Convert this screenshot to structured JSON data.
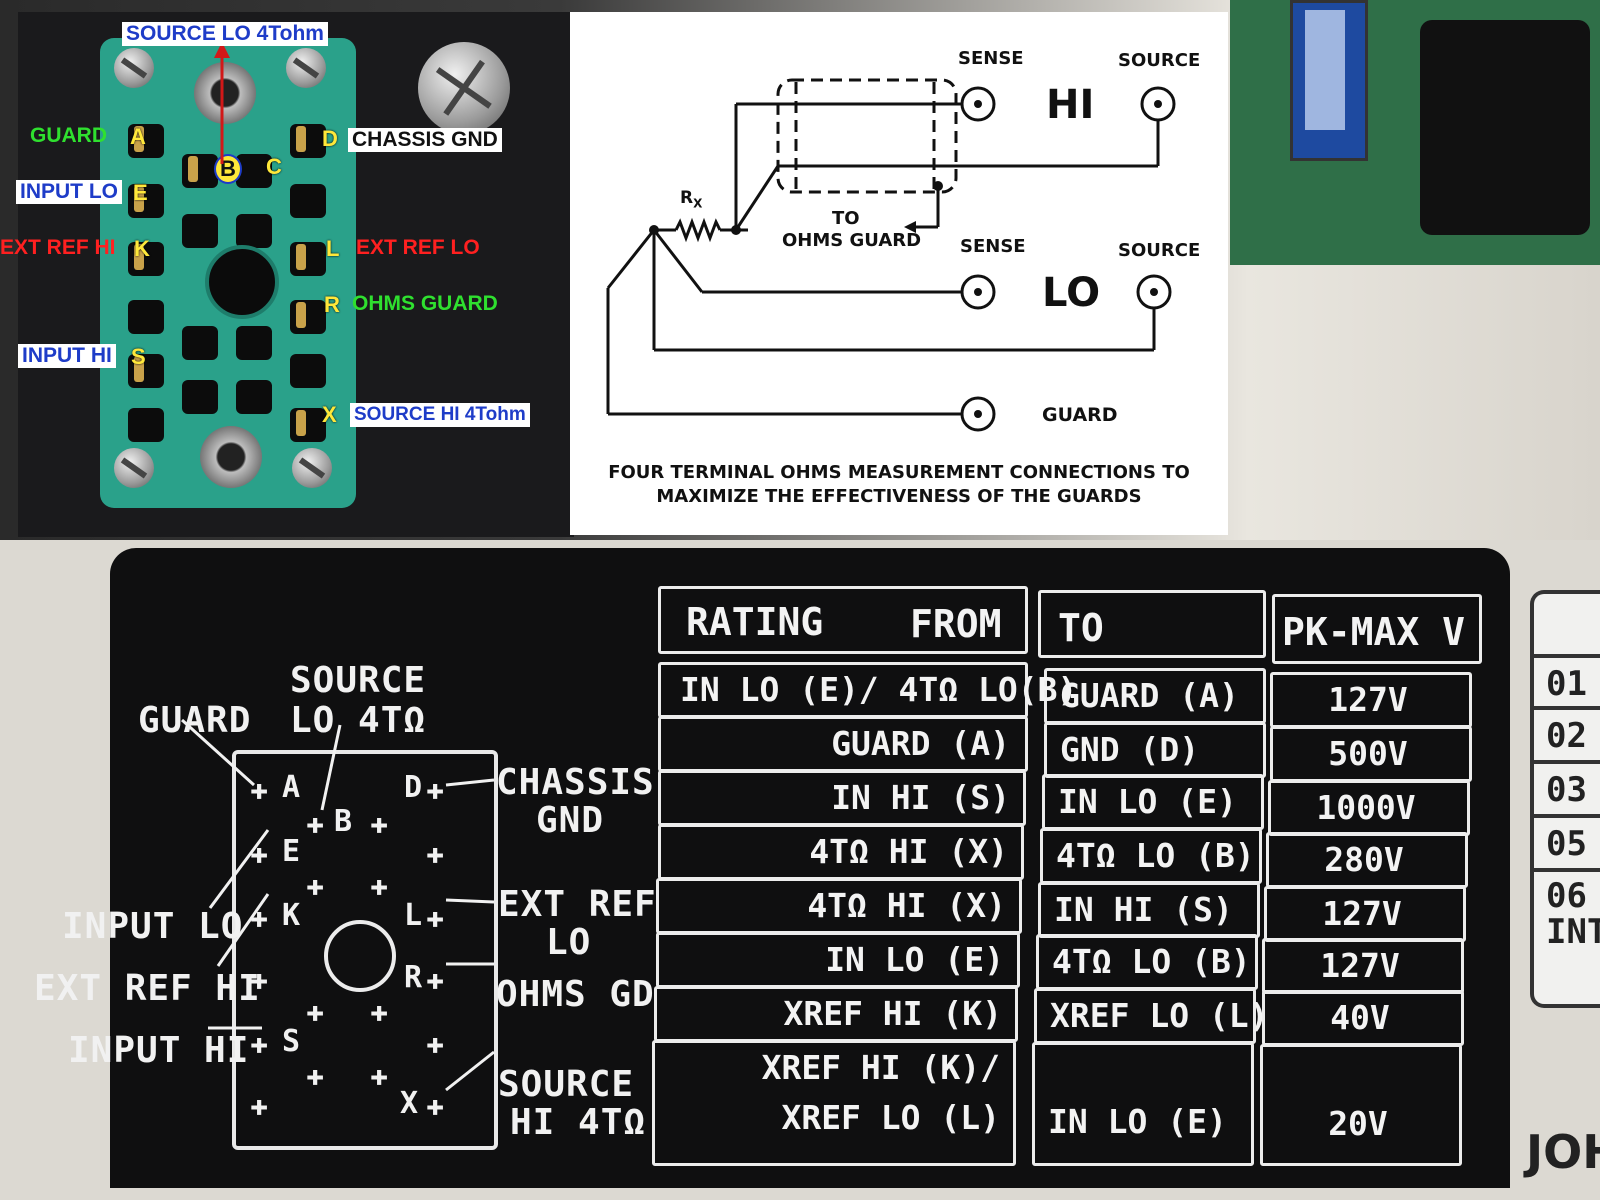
{
  "connector_photo": {
    "labels": {
      "source_lo": "SOURCE LO 4Tohm",
      "guard": "GUARD",
      "chassis_gnd": "CHASSIS GND",
      "input_lo": "INPUT LO",
      "ext_ref_hi": "EXT REF HI",
      "ext_ref_lo": "EXT REF LO",
      "ohms_guard": "OHMS GUARD",
      "input_hi": "INPUT HI",
      "source_hi": "SOURCE HI 4Tohm"
    },
    "pins": {
      "a": "A",
      "b": "B",
      "c": "C",
      "d": "D",
      "e": "E",
      "k": "K",
      "l": "L",
      "r": "R",
      "s": "S",
      "x": "X"
    },
    "colors": {
      "body": "#2aa18a",
      "guard_label": "#2fe02f",
      "ext_ref_label": "#ff2020",
      "input_label": "#1e3cc8",
      "pin_letter": "#ffe83a"
    }
  },
  "schematic": {
    "sense_hi": "SENSE",
    "source_hi": "SOURCE",
    "hi": "HI",
    "rx": "R",
    "rx_sub": "X",
    "to": "TO",
    "ohms_guard": "OHMS GUARD",
    "sense_lo": "SENSE",
    "source_lo": "SOURCE",
    "lo": "LO",
    "guard": "GUARD",
    "caption_line1": "FOUR TERMINAL OHMS MEASUREMENT CONNECTIONS TO",
    "caption_line2": "MAXIMIZE THE EFFECTIVENESS OF THE GUARDS"
  },
  "label_plate": {
    "guard": "GUARD",
    "source_lo_1": "SOURCE",
    "source_lo_2": "LO 4TΩ",
    "chassis_1": "CHASSIS",
    "chassis_2": "GND",
    "input_lo": "INPUT LO",
    "ext_ref_hi": "EXT REF HI",
    "ext_ref_lo_1": "EXT REF",
    "ext_ref_lo_2": "LO",
    "ohms_gd": "OHMS GD",
    "input_hi": "INPUT HI",
    "source_hi_1": "SOURCE",
    "source_hi_2": "HI 4TΩ",
    "pins": {
      "a": "A",
      "b": "B",
      "d": "D",
      "e": "E",
      "k": "K",
      "l": "L",
      "r": "R",
      "s": "S",
      "x": "X"
    }
  },
  "ratings_table": {
    "headers": {
      "rating": "RATING",
      "from": "FROM",
      "to": "TO",
      "pk_max": "PK-MAX V"
    },
    "rows": [
      {
        "from": "IN LO (E)/ 4TΩ LO(B)",
        "to": "GUARD (A)",
        "v": "127V"
      },
      {
        "from": "GUARD (A)",
        "to": "GND (D)",
        "v": "500V"
      },
      {
        "from": "IN HI (S)",
        "to": "IN LO (E)",
        "v": "1000V"
      },
      {
        "from": "4TΩ HI (X)",
        "to": "4TΩ LO (B)",
        "v": "280V"
      },
      {
        "from": "4TΩ HI (X)",
        "to": "IN HI (S)",
        "v": "127V"
      },
      {
        "from": "IN LO (E)",
        "to": "4TΩ LO (B)",
        "v": "127V"
      },
      {
        "from": "XREF HI (K)",
        "to": "XREF LO (L)",
        "v": "40V"
      },
      {
        "from_1": "XREF HI (K)/",
        "from_2": "XREF LO (L)",
        "to": "IN LO (E)",
        "v": "20V"
      }
    ]
  },
  "right_plate": {
    "cells": [
      "01",
      "02",
      "03",
      "05",
      "06",
      "INT"
    ]
  },
  "maker": "JOH"
}
